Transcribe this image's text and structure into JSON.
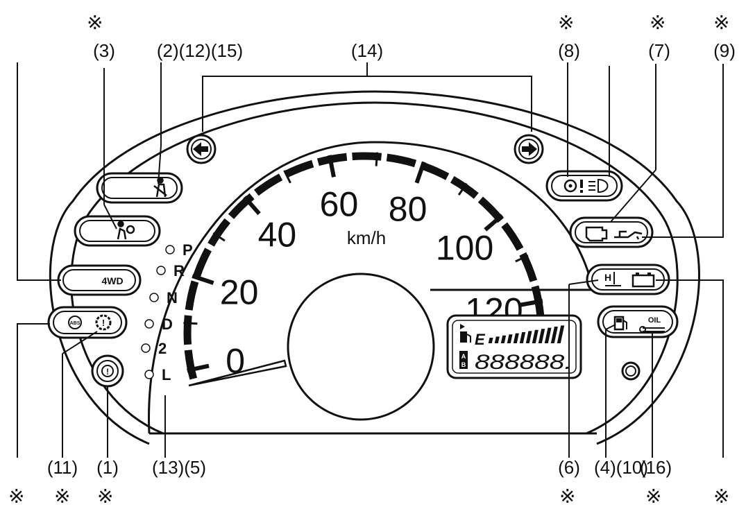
{
  "top_marks": [
    {
      "text": "※"
    },
    {
      "text": "※"
    },
    {
      "text": "※"
    },
    {
      "text": "※"
    }
  ],
  "top_labels": [
    {
      "text": "(3)"
    },
    {
      "text": "(2)(12)(15)"
    },
    {
      "text": "(14)"
    },
    {
      "text": "(8)"
    },
    {
      "text": "(7)"
    },
    {
      "text": "(9)"
    }
  ],
  "bottom_labels": [
    {
      "text": "(11)"
    },
    {
      "text": "(1)"
    },
    {
      "text": "(13)(5)"
    },
    {
      "text": "(6)"
    },
    {
      "text": "(4)(10)"
    },
    {
      "text": "(16)"
    }
  ],
  "bottom_marks": [
    {
      "text": "※"
    },
    {
      "text": "※"
    },
    {
      "text": "※"
    },
    {
      "text": "※"
    },
    {
      "text": "※"
    },
    {
      "text": "※"
    }
  ],
  "speedometer": {
    "scale": [
      "0",
      "20",
      "40",
      "60",
      "80",
      "100",
      "120"
    ],
    "unit": "km/h",
    "needle_value": 0
  },
  "gear_positions": [
    "P",
    "R",
    "N",
    "D",
    "2",
    "L"
  ],
  "indicators": {
    "four_wd": "4WD",
    "oil": "OIL",
    "hi_temp": "H",
    "fuel_e": "E",
    "odometer": "888888.",
    "trip_a": "A",
    "trip_b": "B"
  }
}
